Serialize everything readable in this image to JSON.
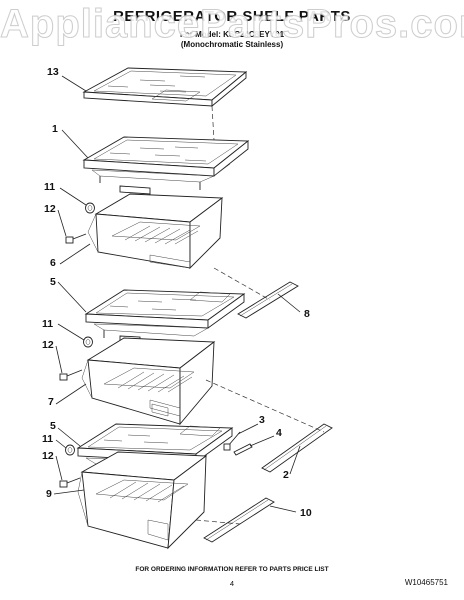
{
  "header": {
    "title": "REFRIGERATOR SHELF PARTS",
    "model_line": "For Model: KSC24C8EYY01",
    "finish_line": "(Monochromatic Stainless)"
  },
  "watermark": "AppliancePartsPros.com",
  "callouts": {
    "c13": "13",
    "c1": "1",
    "c11a": "11",
    "c12a": "12",
    "c6": "6",
    "c5a": "5",
    "c8": "8",
    "c11b": "11",
    "c12b": "12",
    "c7": "7",
    "c3": "3",
    "c4": "4",
    "c5b": "5",
    "c11c": "11",
    "c2": "2",
    "c12c": "12",
    "c9": "9",
    "c10": "10"
  },
  "footer": {
    "note": "FOR ORDERING INFORMATION REFER TO PARTS PRICE LIST",
    "page_number": "4",
    "doc_number": "W10465751"
  }
}
